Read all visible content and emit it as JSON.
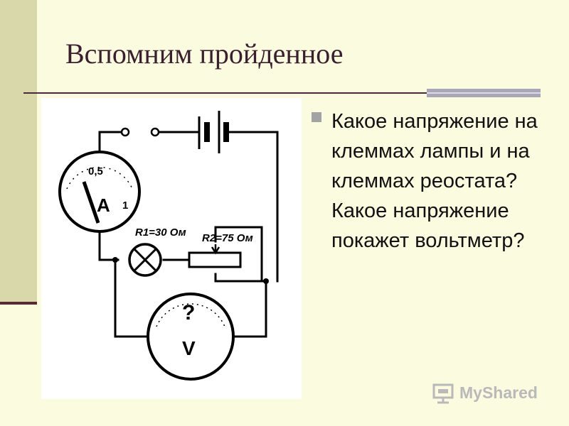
{
  "slide": {
    "title": "Вспомним пройденное",
    "bullet": "Какое напряжение на клеммах лампы и на клеммах реостата? Какое напряжение покажет вольтметр?"
  },
  "circuit": {
    "ammeter_scale_mid": "0,5",
    "ammeter_scale_end": "1",
    "ammeter_symbol": "A",
    "r1_label": "R1=30 Ом",
    "r2_label": "R2=75 Ом",
    "voltmeter_reading": "?",
    "voltmeter_symbol": "V"
  },
  "watermark": {
    "text": "MyShared"
  },
  "colors": {
    "background": "#fbfbe0",
    "side_bar": "#d8d8ab",
    "title": "#3a1f2e",
    "bullet": "#a3a3a3",
    "watermark": "#b9b9b9"
  }
}
